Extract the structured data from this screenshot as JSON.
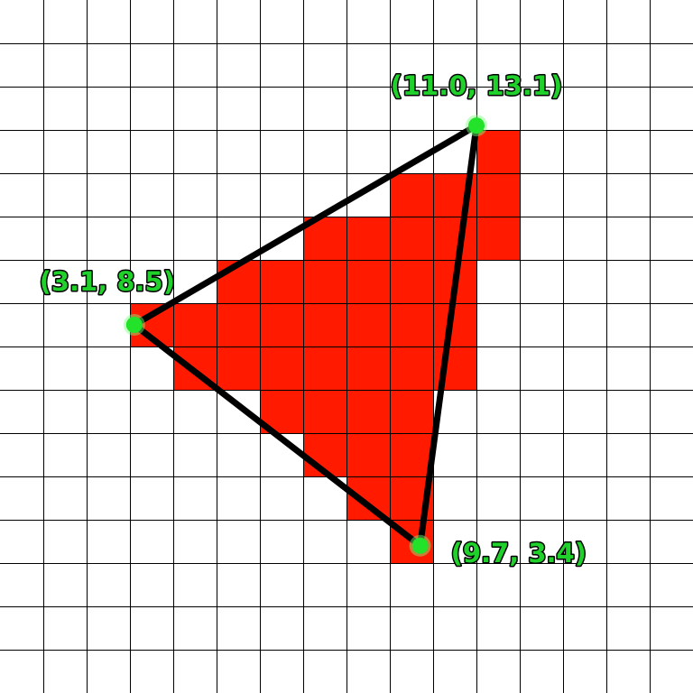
{
  "diagram": {
    "grid": {
      "columns": 16,
      "rows": 16,
      "x_min": 0,
      "y_min": 0,
      "y_up": true
    },
    "colors": {
      "background": "#ffffff",
      "grid_line": "#000000",
      "filled_cell": "#ff1a00",
      "triangle_edge": "#000000",
      "vertex": "#22e22a",
      "label_text": "#1fd12a",
      "label_outline": "#000000"
    },
    "vertices": [
      {
        "id": "A",
        "x": 11.0,
        "y": 13.1,
        "label": "(11.0, 13.1)",
        "label_side": "above"
      },
      {
        "id": "B",
        "x": 3.1,
        "y": 8.5,
        "label": "(3.1, 8.5)",
        "label_side": "above-left"
      },
      {
        "id": "C",
        "x": 9.7,
        "y": 3.4,
        "label": "(9.7, 3.4)",
        "label_side": "right"
      }
    ],
    "rasterized_cells": [
      [
        9,
        3
      ],
      [
        8,
        4
      ],
      [
        9,
        4
      ],
      [
        7,
        5
      ],
      [
        8,
        5
      ],
      [
        9,
        5
      ],
      [
        6,
        6
      ],
      [
        7,
        6
      ],
      [
        8,
        6
      ],
      [
        9,
        6
      ],
      [
        4,
        7
      ],
      [
        5,
        7
      ],
      [
        6,
        7
      ],
      [
        7,
        7
      ],
      [
        8,
        7
      ],
      [
        9,
        7
      ],
      [
        10,
        7
      ],
      [
        3,
        8
      ],
      [
        4,
        8
      ],
      [
        5,
        8
      ],
      [
        6,
        8
      ],
      [
        7,
        8
      ],
      [
        8,
        8
      ],
      [
        9,
        8
      ],
      [
        10,
        8
      ],
      [
        5,
        9
      ],
      [
        6,
        9
      ],
      [
        7,
        9
      ],
      [
        8,
        9
      ],
      [
        9,
        9
      ],
      [
        10,
        9
      ],
      [
        7,
        10
      ],
      [
        8,
        10
      ],
      [
        9,
        10
      ],
      [
        10,
        10
      ],
      [
        11,
        10
      ],
      [
        9,
        11
      ],
      [
        10,
        11
      ],
      [
        11,
        11
      ],
      [
        11,
        12
      ]
    ]
  }
}
